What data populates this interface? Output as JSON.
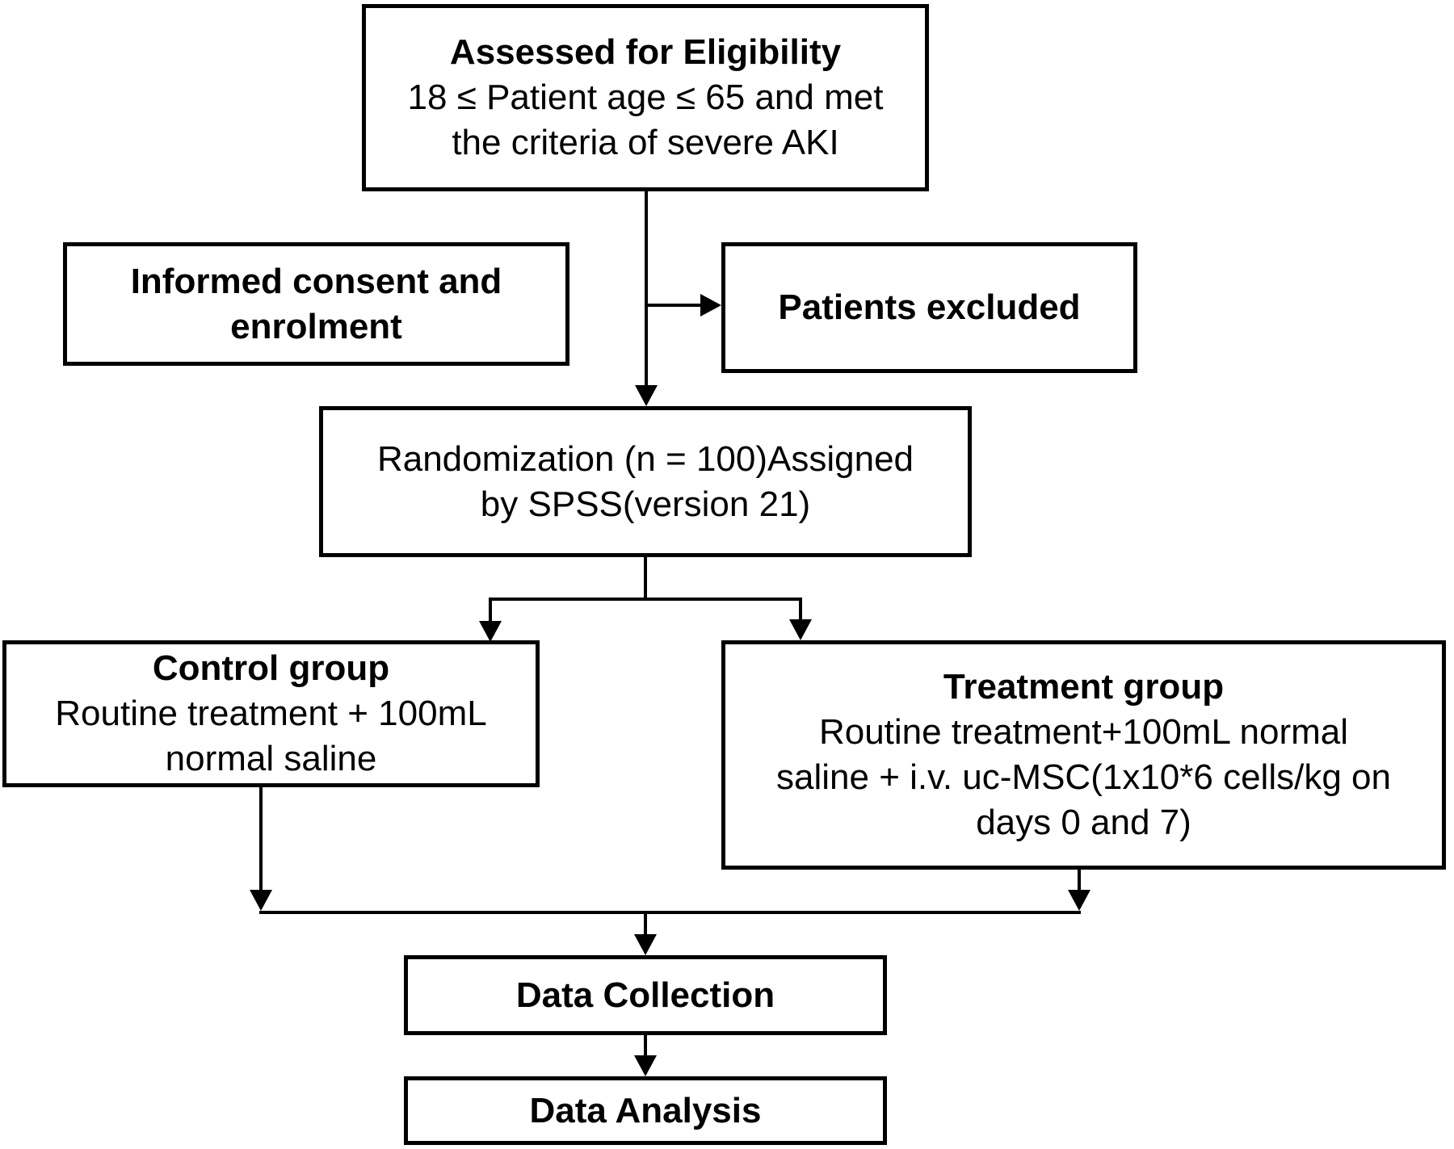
{
  "colors": {
    "background": "#ffffff",
    "border": "#000000",
    "text": "#000000"
  },
  "nodes": {
    "eligibility": {
      "title": "Assessed for Eligibility",
      "line1": "18 ≤ Patient age ≤ 65 and met",
      "line2": "the criteria of severe AKI"
    },
    "consent": {
      "line1": "Informed consent and",
      "line2": "enrolment"
    },
    "excluded": {
      "title": "Patients excluded"
    },
    "randomization": {
      "line1": "Randomization (n = 100)Assigned",
      "line2": "by SPSS(version 21)"
    },
    "control": {
      "title": "Control group",
      "line1": "Routine treatment + 100mL",
      "line2": "normal saline"
    },
    "treatment": {
      "title": "Treatment group",
      "line1": "Routine treatment+100mL normal",
      "line2": "saline + i.v. uc-MSC(1x10*6 cells/kg on",
      "line3": "days 0 and 7)"
    },
    "collection": {
      "title": "Data Collection"
    },
    "analysis": {
      "title": "Data Analysis"
    }
  }
}
